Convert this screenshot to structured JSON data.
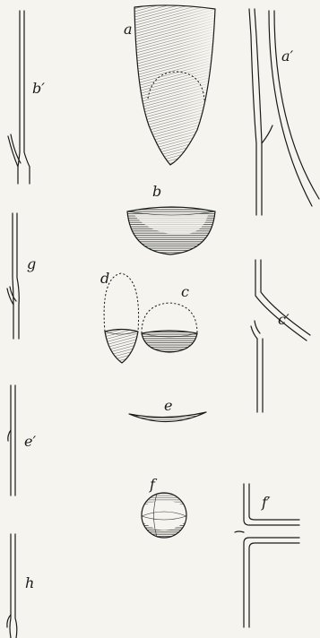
{
  "figure": {
    "labels": {
      "a": "a",
      "a_prime": "a′",
      "b": "b",
      "b_prime": "b′",
      "c": "c",
      "c_prime": "c′",
      "d": "d",
      "e": "e",
      "e_prime": "e′",
      "f": "f",
      "f_prime": "f′",
      "g": "g",
      "h": "h"
    },
    "ink_color": "#1a1a1a",
    "paper_color": "#f6f4ee"
  }
}
